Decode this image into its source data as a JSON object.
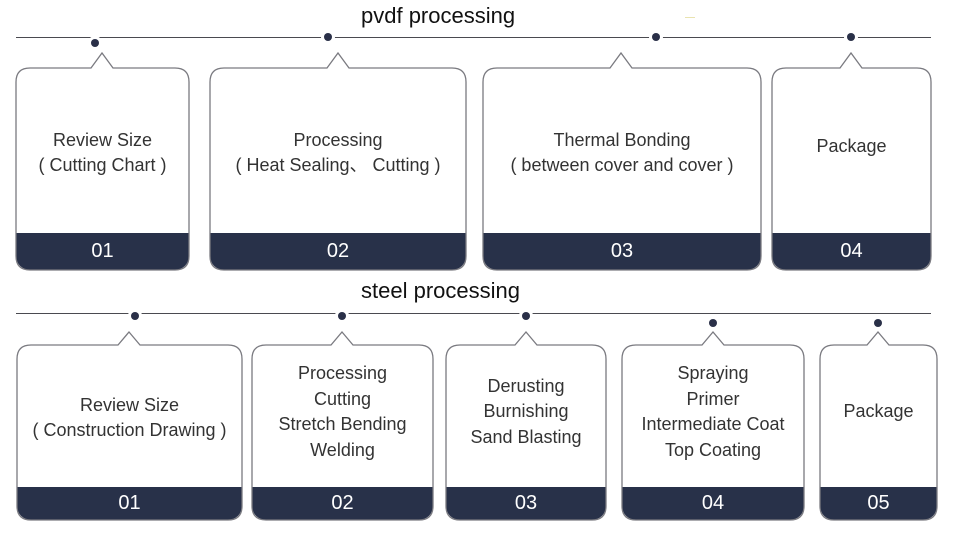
{
  "diagram": {
    "sections": [
      {
        "id": "pvdf",
        "title": "pvdf processing",
        "steps": [
          {
            "number": "01",
            "lines": [
              "Review Size",
              "( Cutting Chart )"
            ]
          },
          {
            "number": "02",
            "lines": [
              "Processing",
              "( Heat Sealing、 Cutting )"
            ]
          },
          {
            "number": "03",
            "lines": [
              "Thermal Bonding",
              "( between cover and cover )"
            ]
          },
          {
            "number": "04",
            "lines": [
              "Package"
            ]
          }
        ]
      },
      {
        "id": "steel",
        "title": "steel processing",
        "steps": [
          {
            "number": "01",
            "lines": [
              "Review Size",
              "( Construction Drawing )"
            ]
          },
          {
            "number": "02",
            "lines": [
              "Processing",
              "Cutting",
              "Stretch Bending",
              "Welding"
            ]
          },
          {
            "number": "03",
            "lines": [
              "Derusting",
              "Burnishing",
              "Sand Blasting"
            ]
          },
          {
            "number": "04",
            "lines": [
              "Spraying",
              "Primer",
              "Intermediate Coat",
              "Top Coating"
            ]
          },
          {
            "number": "05",
            "lines": [
              "Package"
            ]
          }
        ]
      }
    ],
    "colors": {
      "band": "#283149",
      "dot": "#2a3048",
      "outline": "#7a7a80",
      "text": "#333333",
      "title": "#111111"
    }
  }
}
